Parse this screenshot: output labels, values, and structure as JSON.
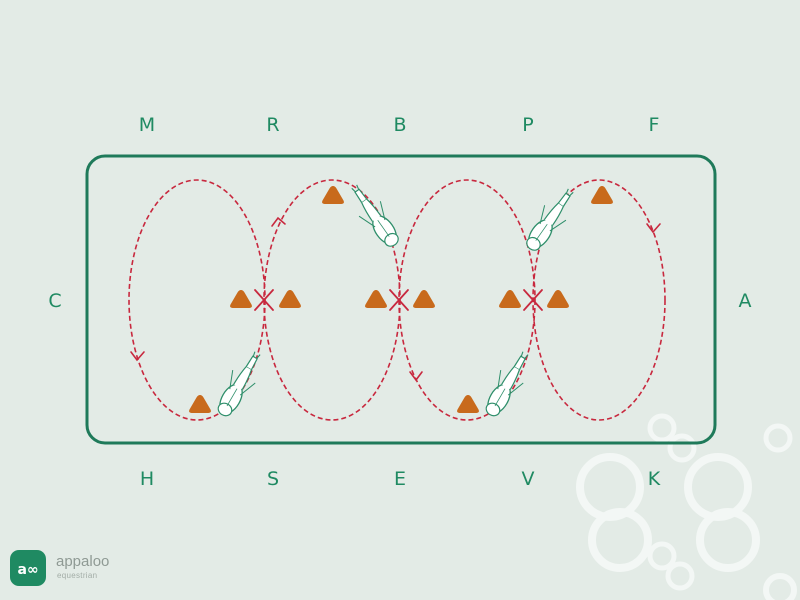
{
  "arena": {
    "letters_top": [
      "M",
      "R",
      "B",
      "P",
      "F"
    ],
    "letters_bottom": [
      "H",
      "S",
      "E",
      "V",
      "K"
    ],
    "letter_left": "C",
    "letter_right": "A"
  },
  "brand": {
    "name": "appaloo",
    "subtitle": "equestrian",
    "logo_glyph": "a∞"
  },
  "colors": {
    "background": "#e3ebe6",
    "arena_border": "#1f7a5a",
    "letters": "#1f8a62",
    "path": "#c8283e",
    "cones": "#c86a1c",
    "horse": "#2e8e6a",
    "watermark": "#f3f7f5",
    "logo_bg": "#1f8a62"
  },
  "icons": [
    "cone-icon",
    "crossing-x-icon",
    "horse-rider-icon",
    "direction-arrow-icon",
    "decorative-rings"
  ]
}
